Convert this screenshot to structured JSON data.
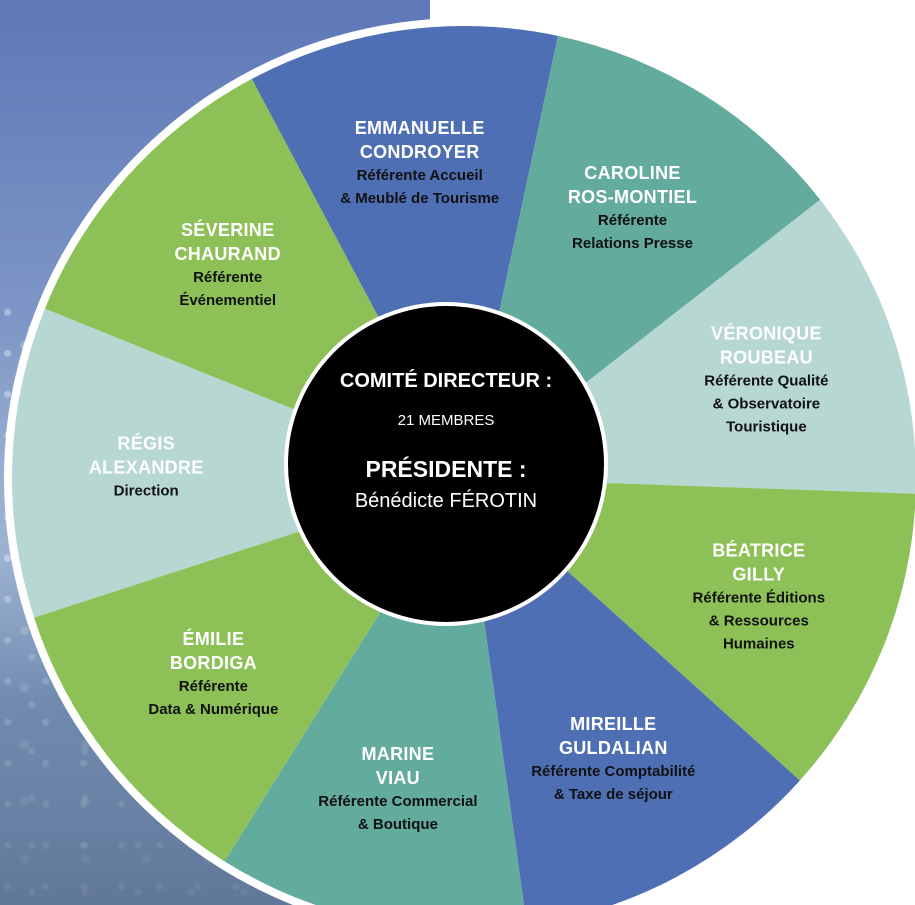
{
  "center": {
    "committee_label": "COMITÉ DIRECTEUR :",
    "members_count": "21",
    "members_label": "MEMBRES",
    "president_label": "PRÉSIDENTE :",
    "president_name": "Bénédicte FÉROTIN"
  },
  "colors": {
    "light_blue": "#b6d7d2",
    "green": "#8dc157",
    "blue": "#4f6fb5",
    "teal": "#63ab9c",
    "center": "#000000"
  },
  "segments": [
    {
      "name_lines": [
        "RÉGIS",
        "ALEXANDRE"
      ],
      "role_lines": [
        "Direction"
      ],
      "color": "#b6d7d2"
    },
    {
      "name_lines": [
        "SÉVERINE",
        "CHAURAND"
      ],
      "role_lines": [
        "Référente",
        "Événementiel"
      ],
      "color": "#8dc157"
    },
    {
      "name_lines": [
        "EMMANUELLE",
        "CONDROYER"
      ],
      "role_lines": [
        "Référente Accueil",
        "& Meublé de Tourisme"
      ],
      "color": "#4f6fb5"
    },
    {
      "name_lines": [
        "CAROLINE",
        "ROS-MONTIEL"
      ],
      "role_lines": [
        "Référente",
        "Relations Presse"
      ],
      "color": "#63ab9c"
    },
    {
      "name_lines": [
        "VÉRONIQUE",
        "ROUBEAU"
      ],
      "role_lines": [
        "Référente Qualité",
        "& Observatoire",
        "Touristique"
      ],
      "color": "#b6d7d2"
    },
    {
      "name_lines": [
        "BÉATRICE",
        "GILLY"
      ],
      "role_lines": [
        "Référente Éditions",
        "& Ressources",
        "Humaines"
      ],
      "color": "#8dc157"
    },
    {
      "name_lines": [
        "MIREILLE",
        "GULDALIAN"
      ],
      "role_lines": [
        "Référente Comptabilité",
        "& Taxe de séjour"
      ],
      "color": "#4f6fb5"
    },
    {
      "name_lines": [
        "MARINE",
        "VIAU"
      ],
      "role_lines": [
        "Référente Commercial",
        "& Boutique"
      ],
      "color": "#63ab9c"
    },
    {
      "name_lines": [
        "ÉMILIE",
        "BORDIGA"
      ],
      "role_lines": [
        "Référente",
        "Data & Numérique"
      ],
      "color": "#8dc157"
    }
  ]
}
